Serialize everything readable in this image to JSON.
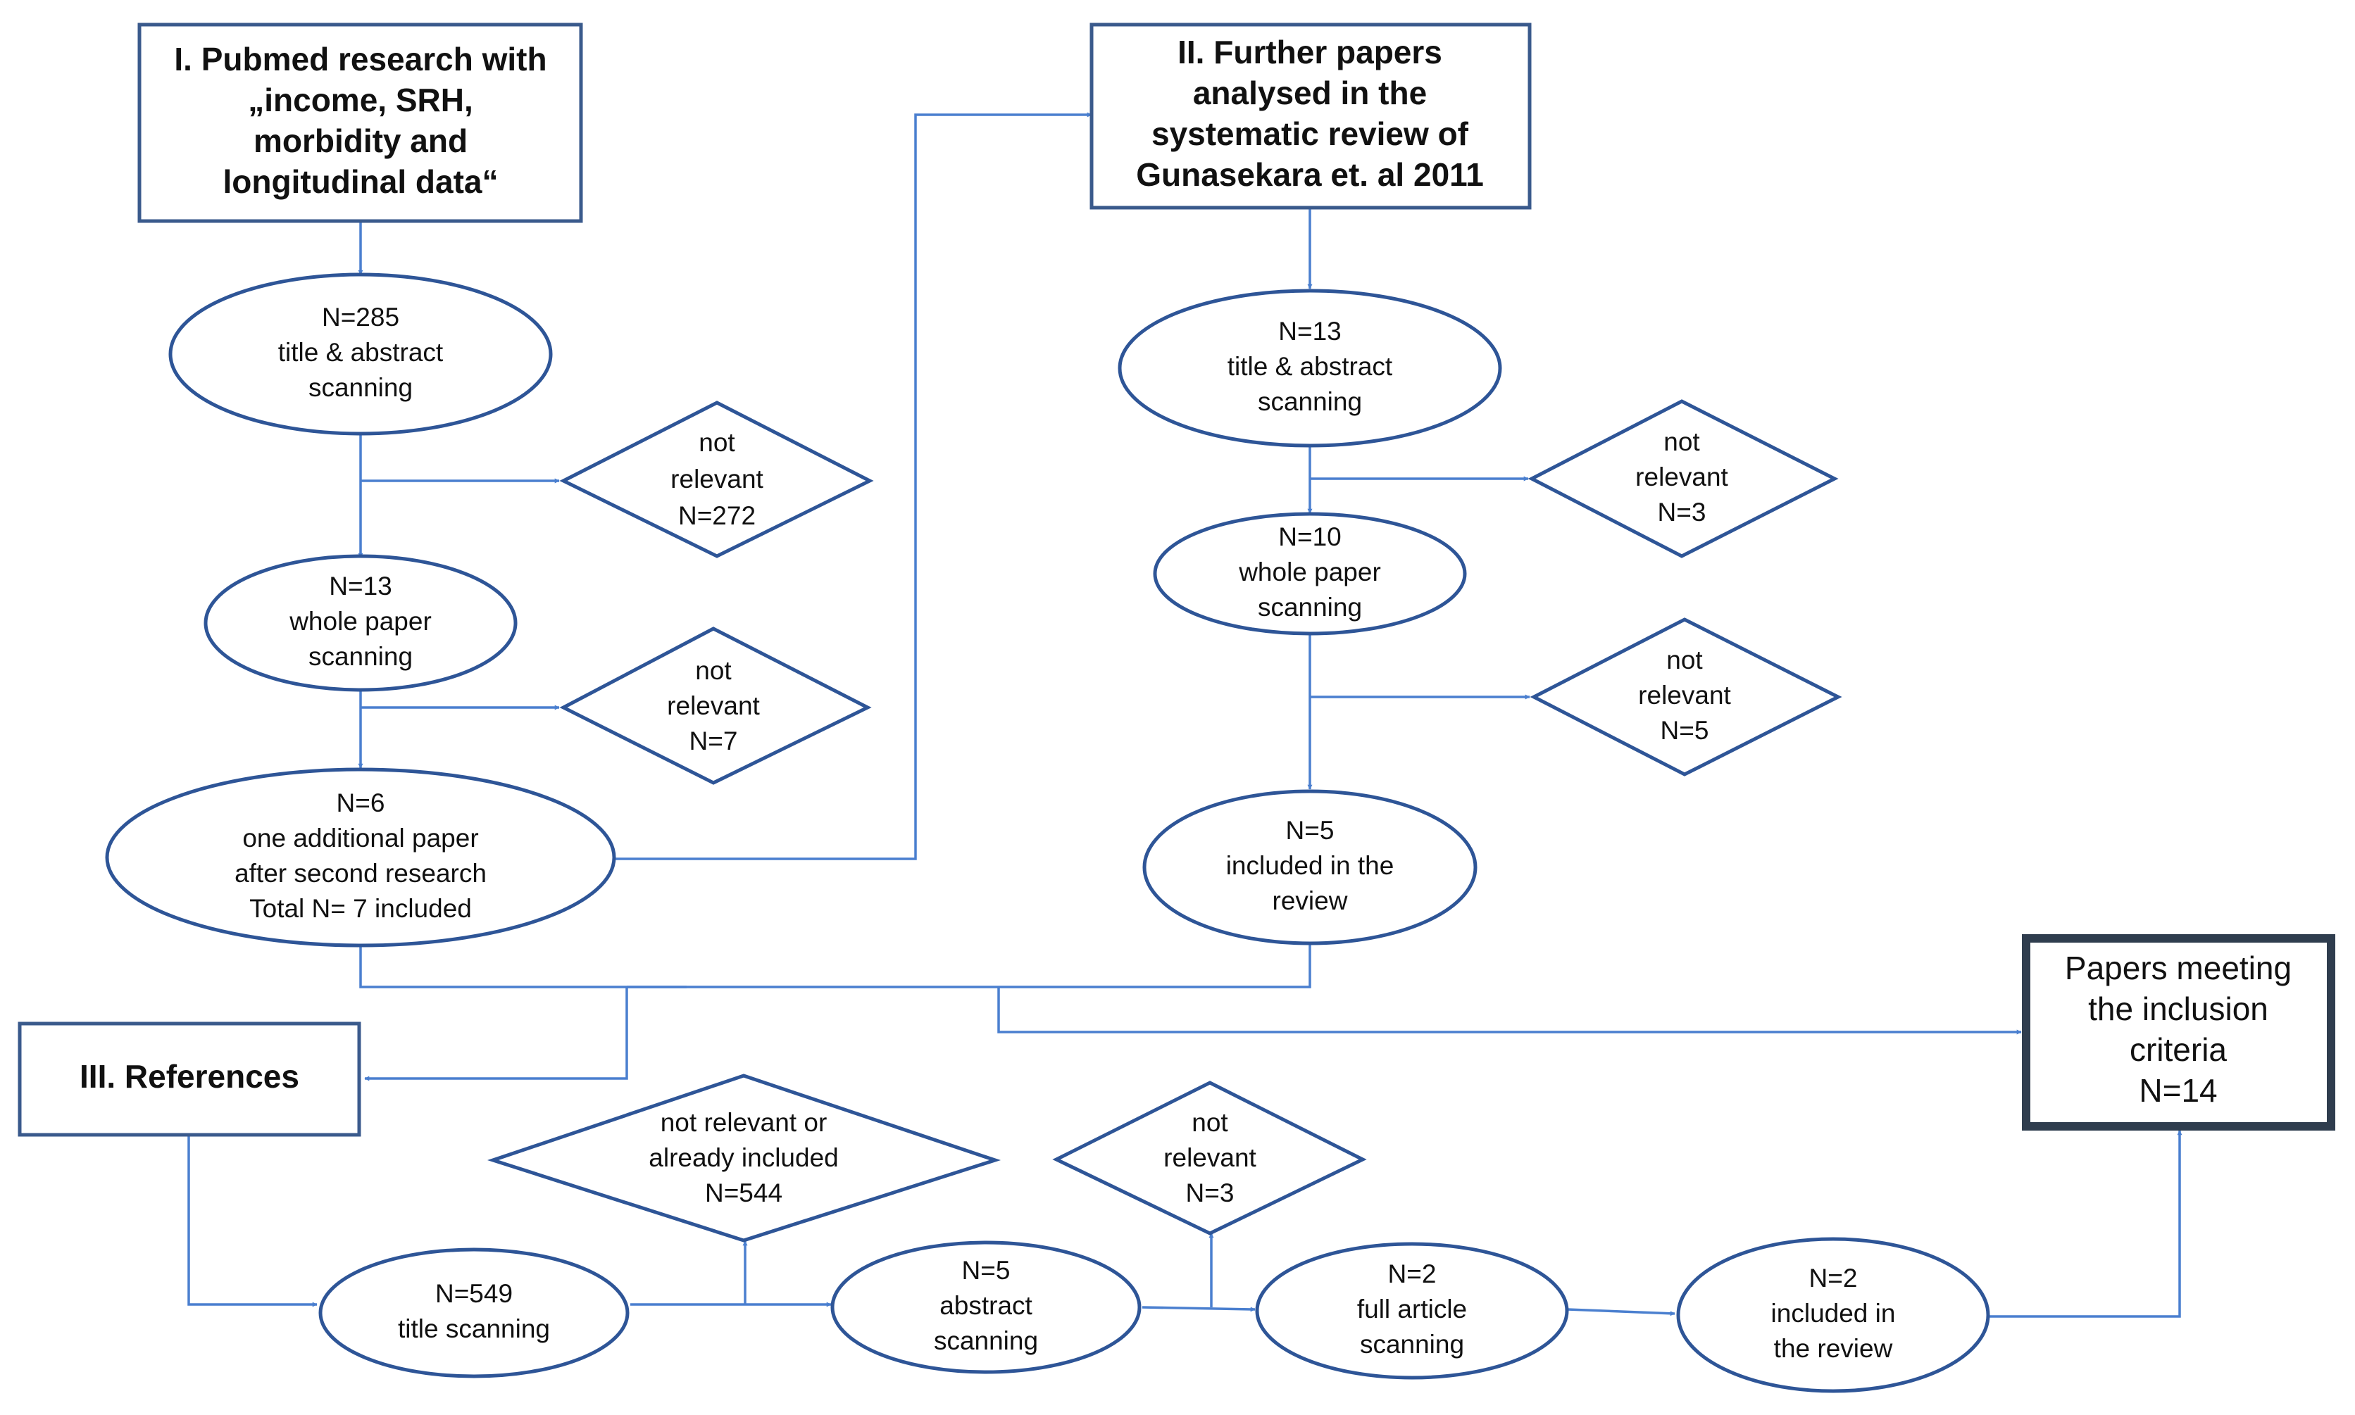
{
  "colors": {
    "shape_stroke": "#2e5597",
    "connector": "#4a7fcf",
    "final_box_border": "#2f3d4e",
    "text": "#111111"
  },
  "section_1": {
    "title": [
      "I. Pubmed research with",
      "„income, SRH,",
      "morbidity  and",
      "longitudinal  data“"
    ],
    "screen_title_abstract": [
      "N=285",
      "title & abstract",
      "scanning"
    ],
    "excluded_1": [
      "not",
      "relevant",
      "N=272"
    ],
    "screen_whole_paper": [
      "N=13",
      "whole paper",
      "scanning"
    ],
    "excluded_2": [
      "not",
      "relevant",
      "N=7"
    ],
    "included": [
      "N=6",
      "one additional paper",
      "after second research",
      "Total N= 7 included"
    ]
  },
  "section_2": {
    "title": [
      "II. Further papers",
      "analysed in the",
      "systematic review of",
      "Gunasekara et. al 2011"
    ],
    "screen_title_abstract": [
      "N=13",
      "title & abstract",
      "scanning"
    ],
    "excluded_1": [
      "not",
      "relevant",
      "N=3"
    ],
    "screen_whole_paper": [
      "N=10",
      "whole paper",
      "scanning"
    ],
    "excluded_2": [
      "not",
      "relevant",
      "N=5"
    ],
    "included": [
      "N=5",
      "included in the",
      "review"
    ]
  },
  "section_3": {
    "title": [
      "III. References"
    ],
    "screen_title": [
      "N=549",
      "title scanning"
    ],
    "excluded_1": [
      "not relevant or",
      "already included",
      "N=544"
    ],
    "screen_abstract": [
      "N=5",
      "abstract",
      "scanning"
    ],
    "excluded_2": [
      "not",
      "relevant",
      "N=3"
    ],
    "screen_full_article": [
      "N=2",
      "full article",
      "scanning"
    ],
    "included": [
      "N=2",
      "included in",
      "the review"
    ]
  },
  "final": [
    "Papers meeting",
    "the inclusion",
    "criteria",
    "N=14"
  ]
}
